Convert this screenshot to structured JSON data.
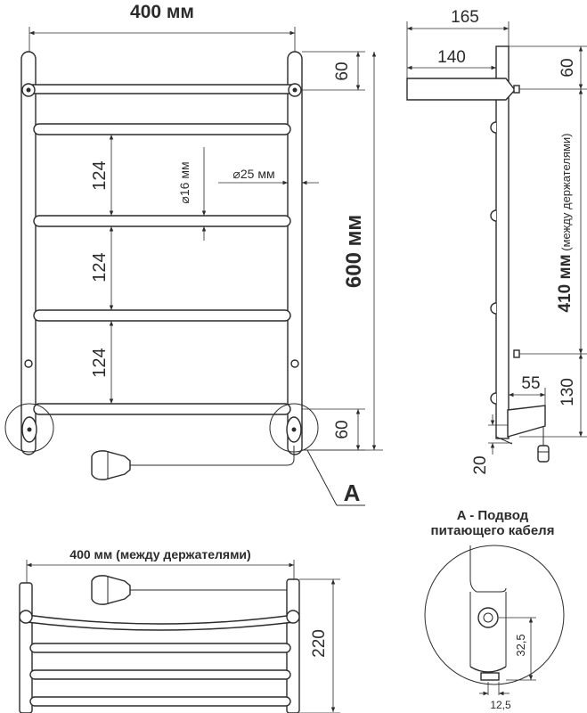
{
  "front": {
    "width_label": "400 мм",
    "height_label": "600 мм",
    "top_offset": "60",
    "bottom_offset": "60",
    "spacings": [
      "124",
      "124",
      "124"
    ],
    "tube_diameter": "16 мм",
    "rail_diameter": "25 мм",
    "callout": "A"
  },
  "side": {
    "depth_overall": "165",
    "depth_bar": "140",
    "top_offset": "60",
    "holders_distance": "410 мм",
    "holders_note": "(между держателями)",
    "bottom_130": "130",
    "bottom_55": "55",
    "bottom_20": "20"
  },
  "top": {
    "width_label": "400 мм",
    "width_note": "(между держателями)",
    "depth_label": "220"
  },
  "detail": {
    "title_line1": "A - Подвод",
    "title_line2": "питающего кабеля",
    "dim_32_5": "32,5",
    "dim_12_5": "12,5"
  }
}
